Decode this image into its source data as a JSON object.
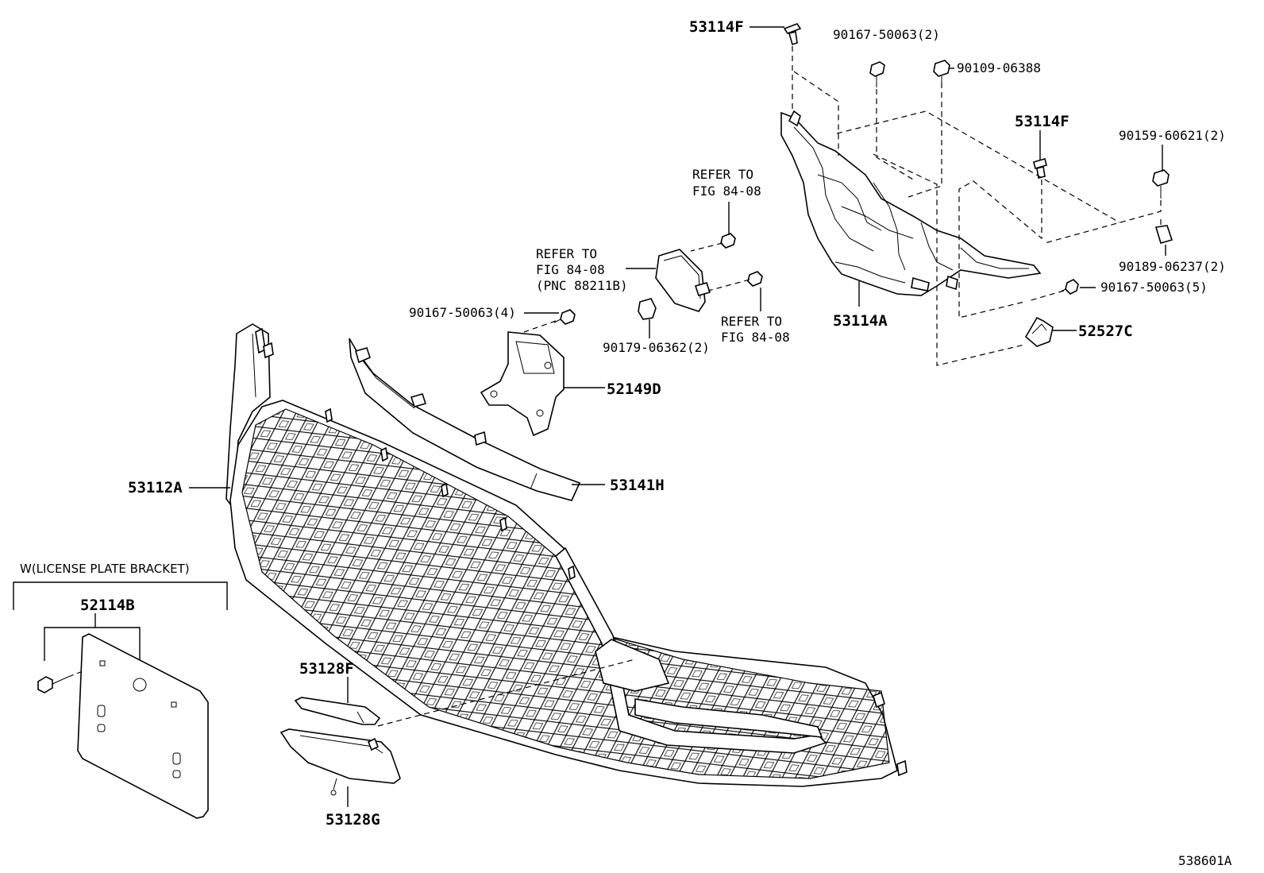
{
  "labels": {
    "p53114F_top": "53114F",
    "p90167_50063_2": "90167-50063(2)",
    "p90109_06388": "90109-06388",
    "p53114F_mid": "53114F",
    "p90159_60621_2": "90159-60621(2)",
    "ref1_line1": "REFER TO",
    "ref1_line2": "FIG 84-08",
    "ref2_line1": "REFER TO",
    "ref2_line2": "FIG 84-08",
    "ref2_line3": "(PNC 88211B)",
    "ref3_line1": "REFER TO",
    "ref3_line2": "FIG 84-08",
    "p90189_06237_2": "90189-06237(2)",
    "p90167_50063_5": "90167-50063(5)",
    "p53114A": "53114A",
    "p52527C": "52527C",
    "p90167_50063_4": "90167-50063(4)",
    "p90179_06362_2": "90179-06362(2)",
    "p52149D": "52149D",
    "p53141H": "53141H",
    "p53112A": "53112A",
    "license_header": "W(LICENSE PLATE BRACKET)",
    "p52114B": "52114B",
    "p53128F": "53128F",
    "p53128G": "53128G",
    "illustration_id": "538601A"
  },
  "icons": [
    "bolt-icon",
    "clip-icon",
    "nut-icon",
    "screw-icon"
  ]
}
